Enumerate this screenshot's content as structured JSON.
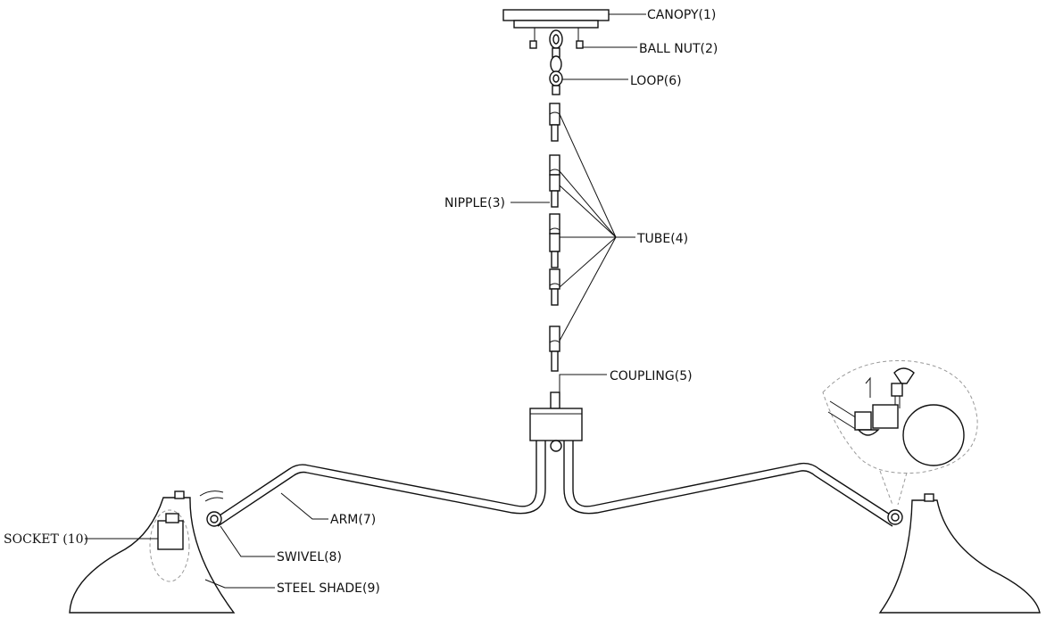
{
  "labels": {
    "canopy": "CANOPY(1)",
    "ball_nut": "BALL NUT(2)",
    "loop": "LOOP(6)",
    "nipple": "NIPPLE(3)",
    "tube": "TUBE(4)",
    "coupling": "COUPLING(5)",
    "arm": "ARM(7)",
    "swivel": "SWIVEL(8)",
    "steel_shade": "STEEL SHADE(9)",
    "socket": "SOCKET (10)"
  }
}
